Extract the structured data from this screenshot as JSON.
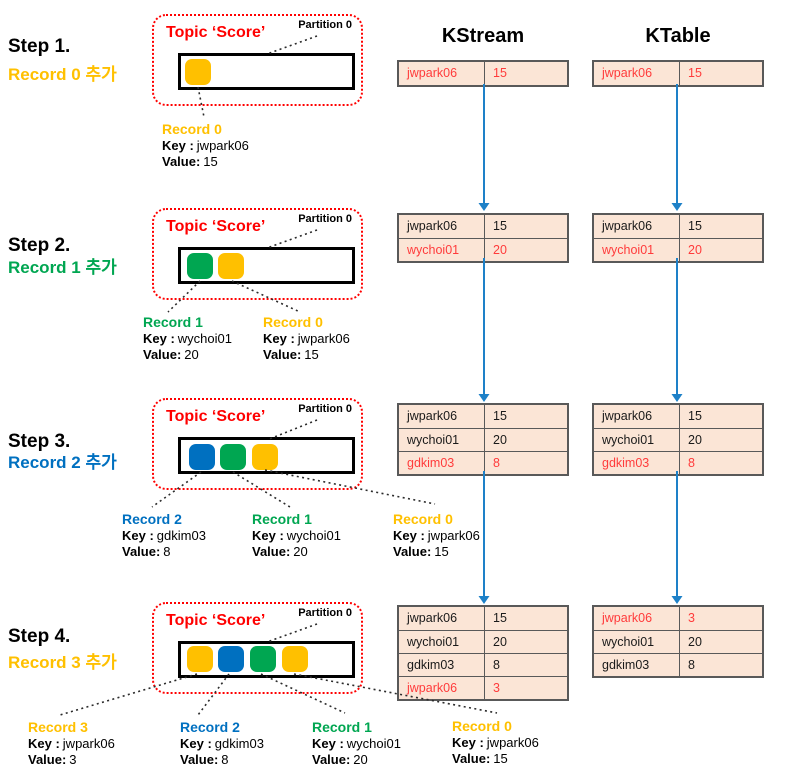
{
  "headers": {
    "kstream": "KStream",
    "ktable": "KTable"
  },
  "topic": {
    "title": "Topic ‘Score’",
    "partition": "Partition 0"
  },
  "labels": {
    "key": "Key :",
    "value": "Value:"
  },
  "colors": {
    "yellow": "#FFC000",
    "green": "#00A651",
    "blue": "#0070C0",
    "red": "#FF0000",
    "table_red": "#FF3B3B",
    "table_black": "#1A1A1A",
    "table_bg": "#FBE5D6",
    "table_border": "#595959",
    "arrow": "#1E81C8",
    "connector": "#2B2B2B"
  },
  "steps": [
    {
      "name": "Step 1.",
      "action": "Record 0 추가",
      "action_color": "yellow",
      "squares": [
        "yellow"
      ],
      "records": [
        {
          "title": "Record 0",
          "color": "yellow",
          "key": "jwpark06",
          "value": "15"
        }
      ],
      "kstream": [
        {
          "key": "jwpark06",
          "value": "15",
          "new": true
        }
      ],
      "ktable": [
        {
          "key": "jwpark06",
          "value": "15",
          "new": true
        }
      ]
    },
    {
      "name": "Step 2.",
      "action": "Record 1 추가",
      "action_color": "green",
      "squares": [
        "green",
        "yellow"
      ],
      "records": [
        {
          "title": "Record 1",
          "color": "green",
          "key": "wychoi01",
          "value": "20"
        },
        {
          "title": "Record 0",
          "color": "yellow",
          "key": "jwpark06",
          "value": "15"
        }
      ],
      "kstream": [
        {
          "key": "jwpark06",
          "value": "15",
          "new": false
        },
        {
          "key": "wychoi01",
          "value": "20",
          "new": true
        }
      ],
      "ktable": [
        {
          "key": "jwpark06",
          "value": "15",
          "new": false
        },
        {
          "key": "wychoi01",
          "value": "20",
          "new": true
        }
      ]
    },
    {
      "name": "Step 3.",
      "action": "Record 2 추가",
      "action_color": "blue",
      "squares": [
        "blue",
        "green",
        "yellow"
      ],
      "records": [
        {
          "title": "Record 2",
          "color": "blue",
          "key": "gdkim03",
          "value": "8"
        },
        {
          "title": "Record 1",
          "color": "green",
          "key": "wychoi01",
          "value": "20"
        },
        {
          "title": "Record 0",
          "color": "yellow",
          "key": "jwpark06",
          "value": "15"
        }
      ],
      "kstream": [
        {
          "key": "jwpark06",
          "value": "15",
          "new": false
        },
        {
          "key": "wychoi01",
          "value": "20",
          "new": false
        },
        {
          "key": "gdkim03",
          "value": "8",
          "new": true
        }
      ],
      "ktable": [
        {
          "key": "jwpark06",
          "value": "15",
          "new": false
        },
        {
          "key": "wychoi01",
          "value": "20",
          "new": false
        },
        {
          "key": "gdkim03",
          "value": "8",
          "new": true
        }
      ]
    },
    {
      "name": "Step 4.",
      "action": "Record 3 추가",
      "action_color": "yellow",
      "squares": [
        "yellow",
        "blue",
        "green",
        "yellow"
      ],
      "records": [
        {
          "title": "Record 3",
          "color": "yellow",
          "key": "jwpark06",
          "value": "3"
        },
        {
          "title": "Record 2",
          "color": "blue",
          "key": "gdkim03",
          "value": "8"
        },
        {
          "title": "Record 1",
          "color": "green",
          "key": "wychoi01",
          "value": "20"
        },
        {
          "title": "Record 0",
          "color": "yellow",
          "key": "jwpark06",
          "value": "15"
        }
      ],
      "kstream": [
        {
          "key": "jwpark06",
          "value": "15",
          "new": false
        },
        {
          "key": "wychoi01",
          "value": "20",
          "new": false
        },
        {
          "key": "gdkim03",
          "value": "8",
          "new": false
        },
        {
          "key": "jwpark06",
          "value": "3",
          "new": true
        }
      ],
      "ktable": [
        {
          "key": "jwpark06",
          "value": "3",
          "new": true
        },
        {
          "key": "wychoi01",
          "value": "20",
          "new": false
        },
        {
          "key": "gdkim03",
          "value": "8",
          "new": false
        }
      ]
    }
  ]
}
